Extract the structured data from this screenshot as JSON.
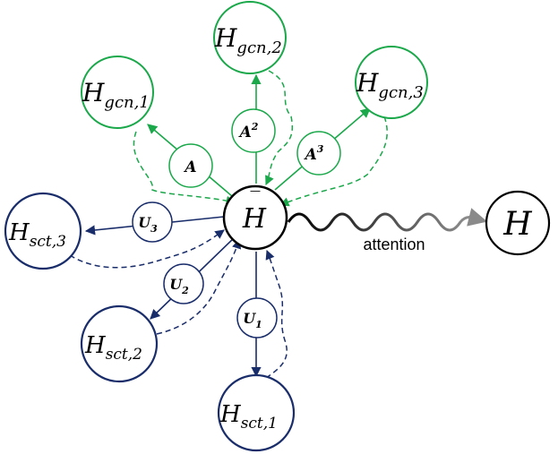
{
  "colors": {
    "gcn": "#1aa84a",
    "sct": "#1a2d6b",
    "center": "#000000",
    "attention_start": "#000000",
    "attention_end": "#9a9a9a"
  },
  "center_node": {
    "base": "H",
    "bar": "‾"
  },
  "output_node": {
    "label": "H"
  },
  "attention_label": "attention",
  "gcn_nodes": [
    {
      "base": "H",
      "sub": "gcn,1"
    },
    {
      "base": "H",
      "sub": "gcn,2"
    },
    {
      "base": "H",
      "sub": "gcn,3"
    }
  ],
  "sct_nodes": [
    {
      "base": "H",
      "sub": "sct,1"
    },
    {
      "base": "H",
      "sub": "sct,2"
    },
    {
      "base": "H",
      "sub": "sct,3"
    }
  ],
  "gcn_operators": [
    {
      "base": "A",
      "sup": ""
    },
    {
      "base": "A",
      "sup": "2"
    },
    {
      "base": "A",
      "sup": "3"
    }
  ],
  "sct_operators": [
    {
      "base": "U",
      "sub": "1"
    },
    {
      "base": "U",
      "sub": "2"
    },
    {
      "base": "U",
      "sub": "3"
    }
  ]
}
